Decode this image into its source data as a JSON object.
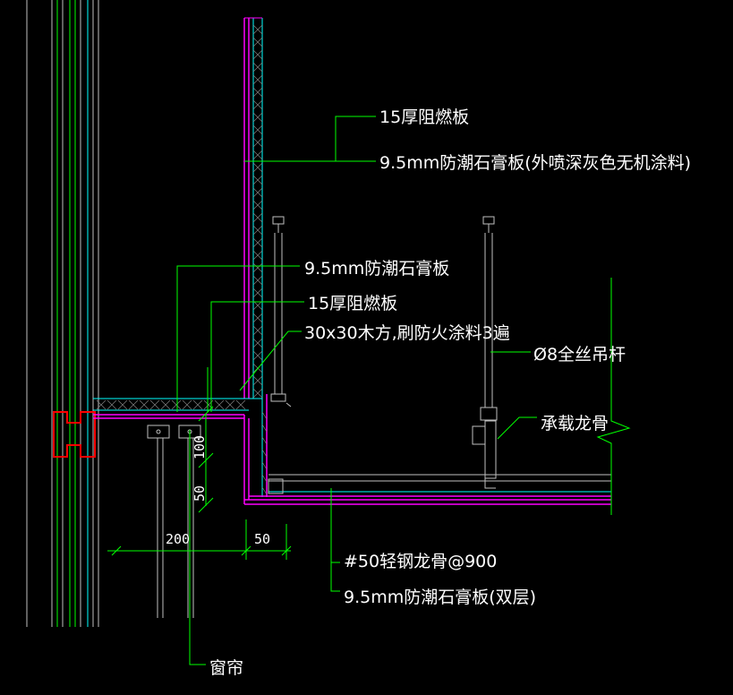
{
  "labels": {
    "fire_board_top": "15厚阻燃板",
    "gypsum_top": "9.5mm防潮石膏板(外喷深灰色无机涂料)",
    "gypsum_mid": "9.5mm防潮石膏板",
    "fire_board_mid": "15厚阻燃板",
    "wood_square": "30x30木方,刷防火涂料3遍",
    "hanger_rod": "Ø8全丝吊杆",
    "main_keel": "承载龙骨",
    "light_steel_keel": "#50轻钢龙骨@900",
    "gypsum_bottom": "9.5mm防潮石膏板(双层)",
    "curtain": "窗帘"
  },
  "dimensions": {
    "d100": "100",
    "d50_vertical": "50",
    "d200": "200",
    "d50_horizontal": "50"
  },
  "colors": {
    "background": "#000000",
    "leader_line": "#00ff00",
    "structure_line": "#00ffff",
    "board_line": "#ff00ff",
    "window_frame": "#ff0000",
    "hatch": "#808080",
    "text": "#ffffff"
  }
}
